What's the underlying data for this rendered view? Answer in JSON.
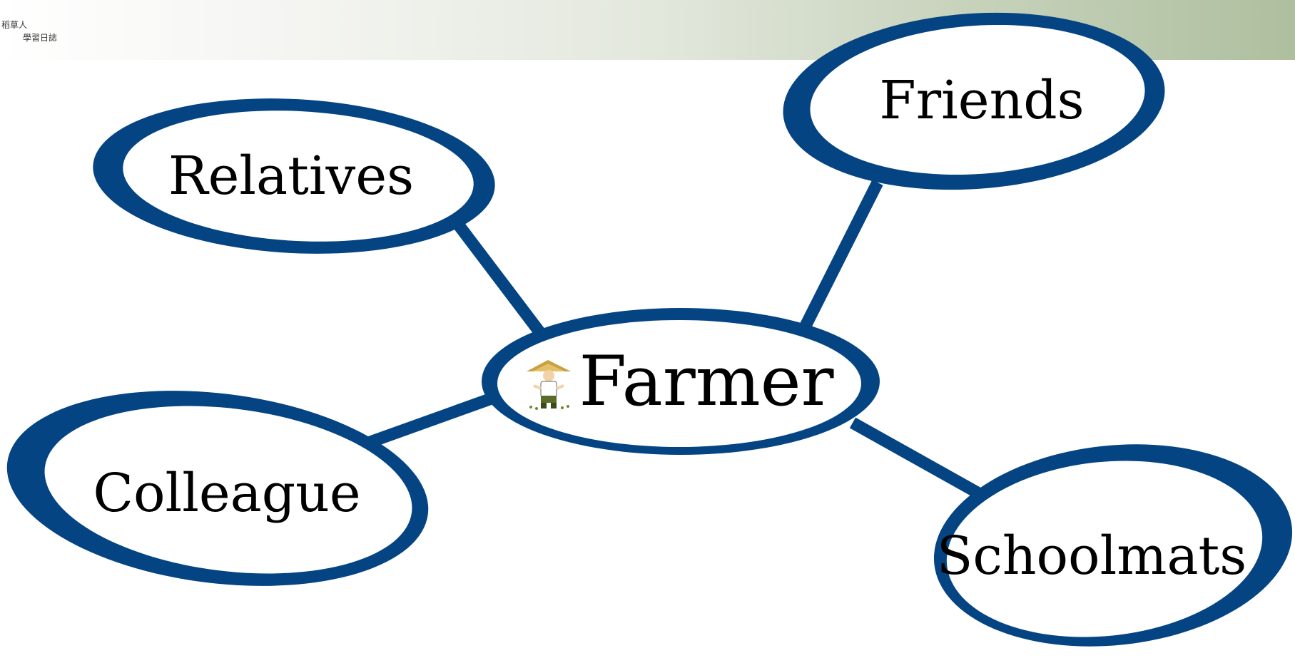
{
  "logo": {
    "line1": "稻草人",
    "line2": "學習日誌"
  },
  "diagram": {
    "center": {
      "label": "Farmer",
      "icon": "farmer-icon"
    },
    "nodes": [
      {
        "id": "relatives",
        "label": "Relatives"
      },
      {
        "id": "friends",
        "label": "Friends"
      },
      {
        "id": "colleague",
        "label": "Colleague"
      },
      {
        "id": "schoolmats",
        "label": "Schoolmats"
      }
    ],
    "colors": {
      "ring": "#054482",
      "connector": "#054482",
      "text": "#000000",
      "header_start": "#ffffff",
      "header_end": "#aebf9f"
    }
  }
}
